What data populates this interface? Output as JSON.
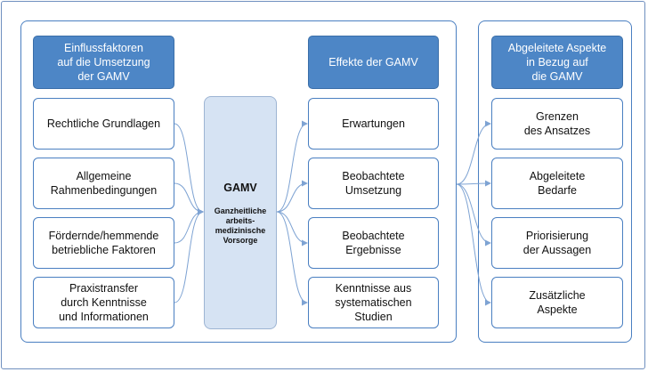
{
  "headers": {
    "left": "Einflussfaktoren\nauf die Umsetzung\nder GAMV",
    "middle": "Effekte der GAMV",
    "right": "Abgeleitete Aspekte\nin Bezug auf\ndie GAMV"
  },
  "left_boxes": [
    "Rechtliche Grundlagen",
    "Allgemeine\nRahmenbedingungen",
    "Fördernde/hemmende\nbetriebliche Faktoren",
    "Praxistransfer\ndurch Kenntnisse\nund  Informationen"
  ],
  "center": {
    "title": "GAMV",
    "subtitle": "Ganzheitliche\narbeits-\nmedizinische\nVorsorge"
  },
  "middle_boxes": [
    "Erwartungen",
    "Beobachtete\nUmsetzung",
    "Beobachtete\nErgebnisse",
    "Kenntnisse aus\nsystematischen\nStudien"
  ],
  "right_boxes": [
    "Grenzen\ndes Ansatzes",
    "Abgeleitete\nBedarfe",
    "Priorisierung\nder Aussagen",
    "Zusätzliche\nAspekte"
  ],
  "colors": {
    "header_fill": "#4d86c6",
    "border": "#4a7fc1",
    "center_fill": "#d6e3f3",
    "arrow": "#7ea3d3"
  }
}
